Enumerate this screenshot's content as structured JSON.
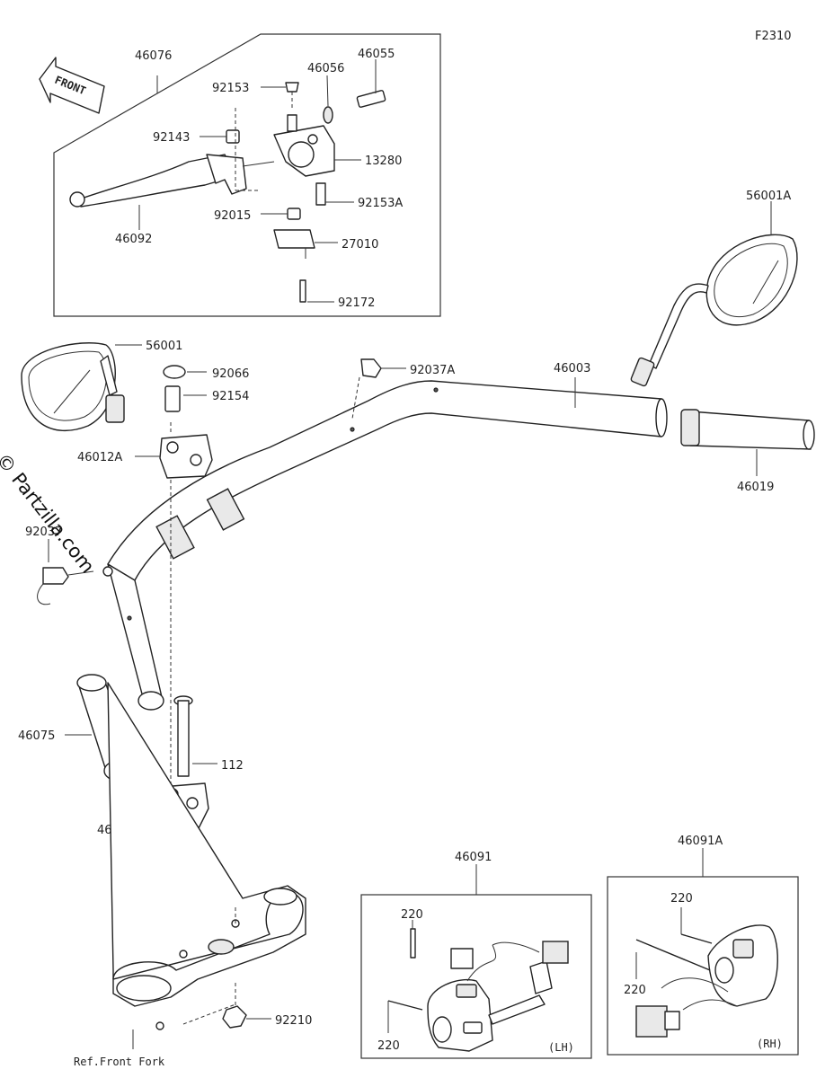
{
  "figure_code": "F2310",
  "front_label": "FRONT",
  "watermark": "© Partzilla.com",
  "ref_note": "Ref.Front Fork",
  "group_tags": {
    "lh": "(LH)",
    "rh": "(RH)"
  },
  "callouts": {
    "p46076": "46076",
    "p46055": "46055",
    "p92153": "92153",
    "p46056": "46056",
    "p92143": "92143",
    "p13280": "13280",
    "p92153A": "92153A",
    "p92015": "92015",
    "p46092": "46092",
    "p27010": "27010",
    "p92172": "92172",
    "p56001A": "56001A",
    "p56001": "56001",
    "p92066": "92066",
    "p92037A": "92037A",
    "p46003": "46003",
    "p92154": "92154",
    "p46012A": "46012A",
    "p46019": "46019",
    "p92037": "92037",
    "p46075": "46075",
    "p112": "112",
    "p46012": "46012",
    "p46091": "46091",
    "p46091A": "46091A",
    "p220a": "220",
    "p220b": "220",
    "p220c": "220",
    "p220d": "220",
    "p92210": "92210"
  }
}
